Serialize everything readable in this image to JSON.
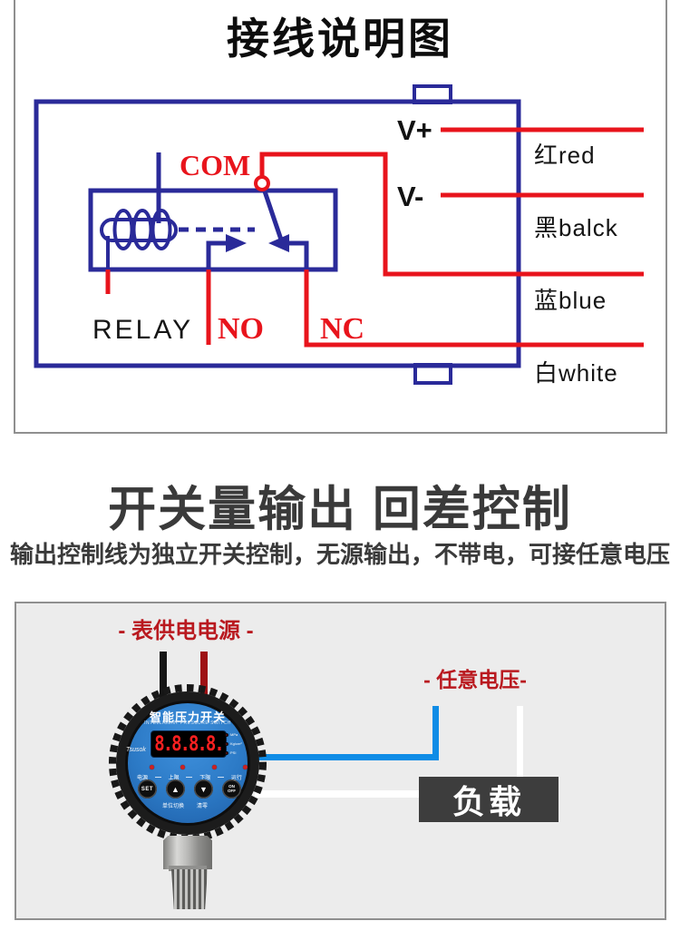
{
  "theme": {
    "line-blue": "#2a2a99",
    "line-red": "#e8141c",
    "label-red": "#b9191f",
    "wire-blue": "#0e8ce6",
    "wire-darkred": "#9e1114",
    "wire-black": "#151515",
    "panel-bg": "#ececec",
    "box-border": "#8f8f8f",
    "load-bg": "#3d3d3d",
    "face-blue": "#2c7ac6",
    "heading-color": "#3a3a3a",
    "text-dark": "#111111"
  },
  "title": "接线说明图",
  "wiring": {
    "com": "COM",
    "relay": "RELAY",
    "no": "NO",
    "nc": "NC",
    "v_plus": "V+",
    "v_minus": "V-",
    "wire_labels": [
      "红red",
      "黑balck",
      "蓝blue",
      "白white"
    ]
  },
  "heading": {
    "title": "开关量输出 回差控制",
    "subtitle": "输出控制线为独立开关控制，无源输出，不带电，可接任意电压"
  },
  "application": {
    "power_label": "- 表供电电源 -",
    "voltage_label": "- 任意电压-",
    "load_label": "负载",
    "device": {
      "name_cn": "智能压力开关",
      "name_en": "INTELLIGENT PRESSURE SWITCH",
      "brand": "Tsusok",
      "display": "8.8.8.8.",
      "units": [
        "MPa",
        "Kg/cm²",
        "PSI"
      ],
      "status_leds": [
        "电源",
        "上限",
        "下限",
        "运行"
      ],
      "btn_set": "SET",
      "btn_up": "▲",
      "btn_down": "▼",
      "btn_onoff": "ON OFF",
      "hint_unit": "单位切换",
      "hint_zero": "清零"
    }
  }
}
